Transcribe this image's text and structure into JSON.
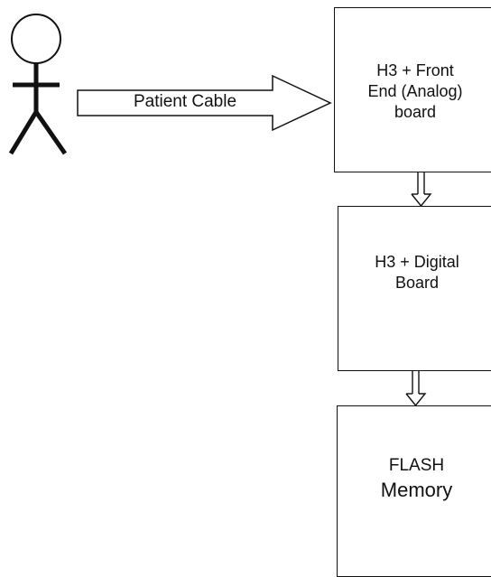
{
  "diagram": {
    "person": {
      "icon": "stick-figure-patient-icon"
    },
    "patient_cable": {
      "label": "Patient Cable"
    },
    "boxes": {
      "front_end": {
        "line1": "H3 + Front",
        "line2": "End (Analog)",
        "line3": "board"
      },
      "digital": {
        "line1": "H3 + Digital",
        "line2": "Board"
      },
      "flash": {
        "line1": "FLASH",
        "line2": "Memory"
      }
    },
    "connectors": {
      "front_to_digital": "down-arrow-icon",
      "digital_to_flash": "down-arrow-icon"
    }
  }
}
